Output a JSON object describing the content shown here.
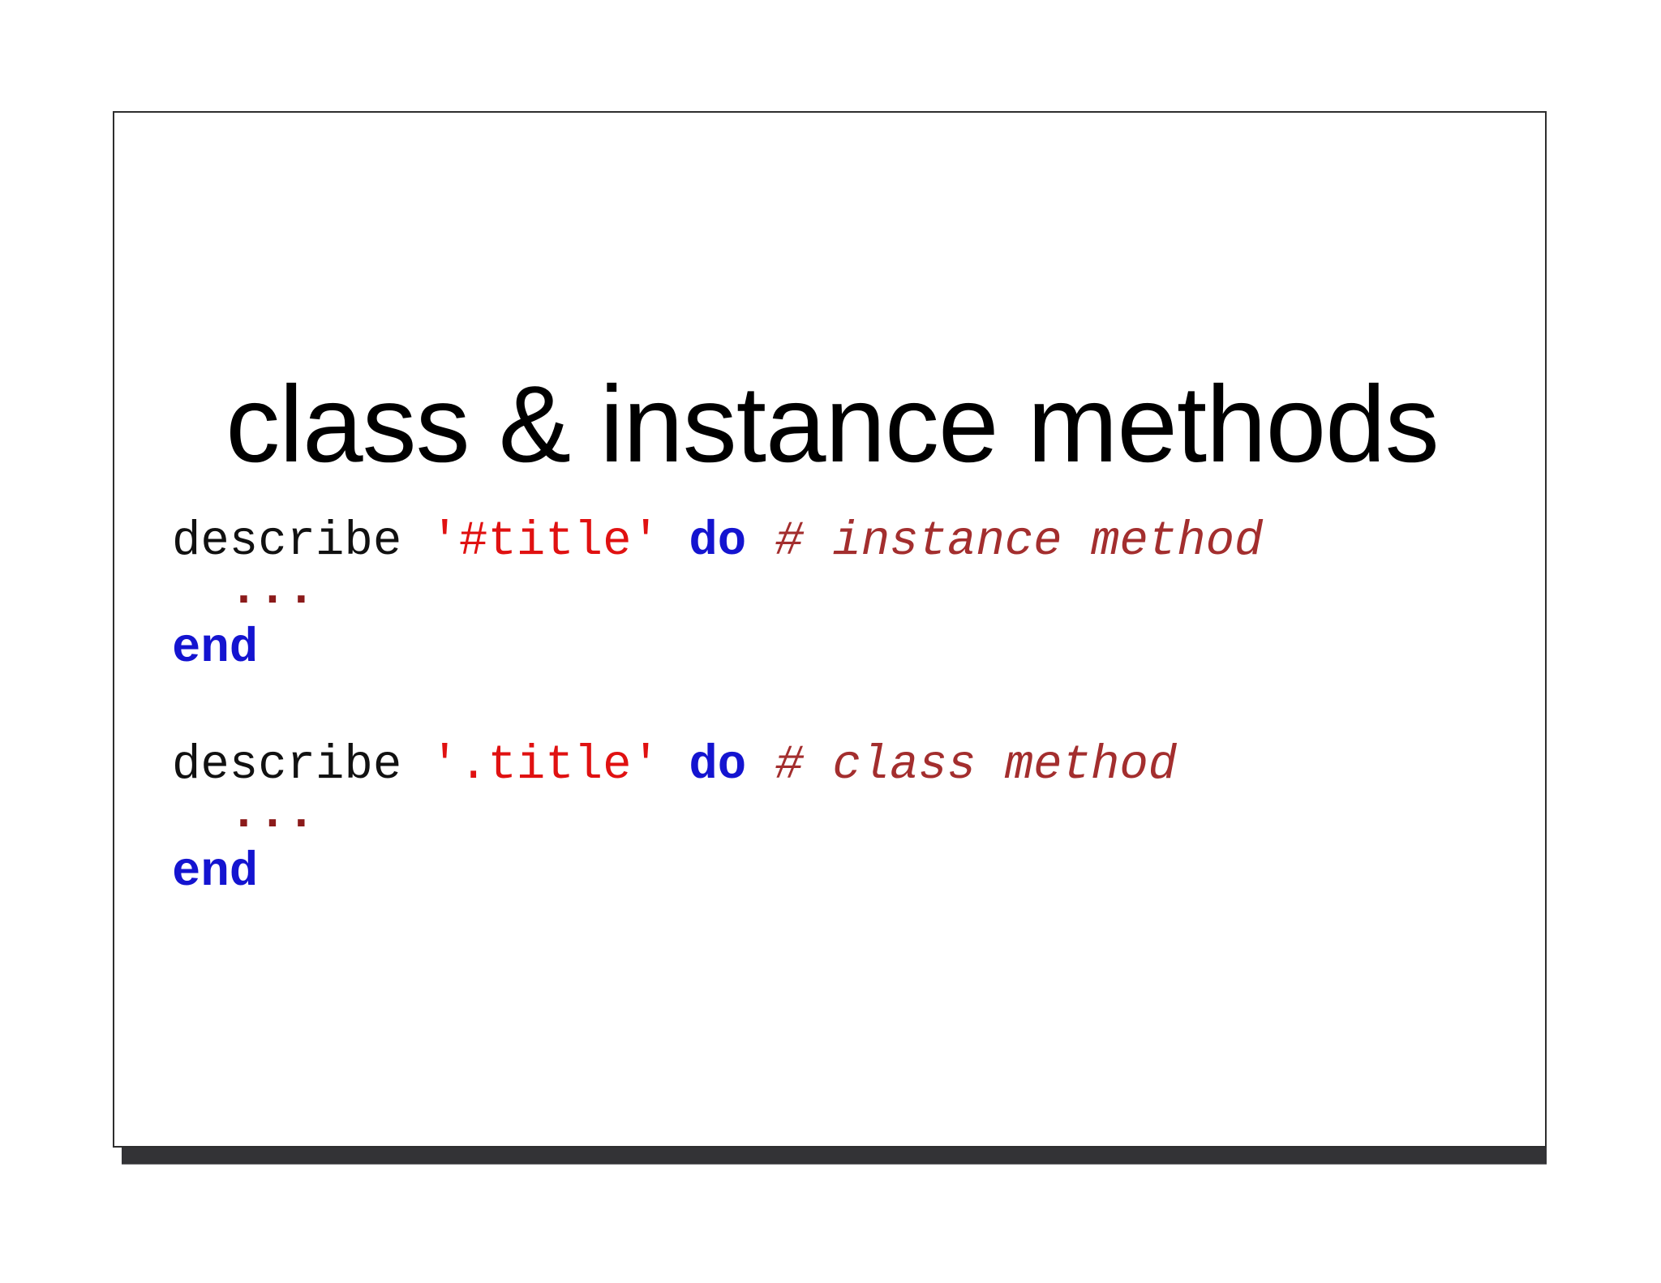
{
  "slide": {
    "title": "class & instance methods",
    "colors": {
      "background": "#ffffff",
      "slide_border": "#2e2e2e",
      "shadow_bar": "#333336",
      "title_text": "#000000",
      "code_plain": "#111111",
      "code_string": "#e01111",
      "code_keyword": "#1414d0",
      "code_comment": "#a32e2e",
      "code_ellipsis": "#8b1a1a"
    },
    "code_blocks": [
      {
        "name": "instance-method-example",
        "lines": [
          {
            "kind": "describe",
            "tokens": {
              "method": "describe ",
              "string": "'#title'",
              "space_after_string": " ",
              "keyword": "do",
              "space_after_keyword": " ",
              "comment": "# instance method"
            }
          },
          {
            "kind": "ellipsis",
            "text": "  ..."
          },
          {
            "kind": "end",
            "text": "end"
          }
        ]
      },
      {
        "name": "class-method-example",
        "lines": [
          {
            "kind": "describe",
            "tokens": {
              "method": "describe ",
              "string": "'.title'",
              "space_after_string": " ",
              "keyword": "do",
              "space_after_keyword": " ",
              "comment": "# class method"
            }
          },
          {
            "kind": "ellipsis",
            "text": "  ..."
          },
          {
            "kind": "end",
            "text": "end"
          }
        ]
      }
    ]
  }
}
